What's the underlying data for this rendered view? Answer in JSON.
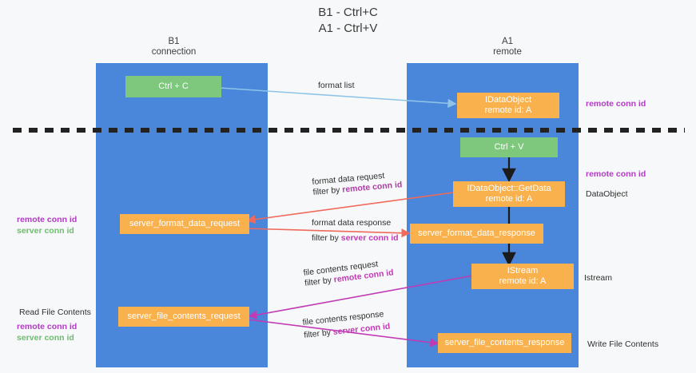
{
  "title": {
    "line1": "B1 - Ctrl+C",
    "line2": "A1 - Ctrl+V"
  },
  "lanes": [
    {
      "name": "b1",
      "title": "B1",
      "subtitle": "connection"
    },
    {
      "name": "a1",
      "title": "A1",
      "subtitle": "remote"
    }
  ],
  "nodes": {
    "ctrl_c": {
      "label": "Ctrl + C",
      "color": "#7ec87e"
    },
    "idataobject": {
      "line1": "IDataObject",
      "line2": "remote id: A",
      "color": "#f9b14d"
    },
    "ctrl_v": {
      "label": "Ctrl + V",
      "color": "#7ec87e"
    },
    "getdata": {
      "line1": "IDataObject::GetData",
      "line2": "remote id: A",
      "color": "#f9b14d"
    },
    "fmt_req": {
      "label": "server_format_data_request",
      "color": "#f9b14d"
    },
    "fmt_resp": {
      "label": "server_format_data_response",
      "color": "#f9b14d"
    },
    "istream": {
      "line1": "IStream",
      "line2": "remote id: A",
      "color": "#f9b14d"
    },
    "file_req": {
      "label": "server_file_contents_request",
      "color": "#f9b14d"
    },
    "file_resp": {
      "label": "server_file_contents_response",
      "color": "#f9b14d"
    }
  },
  "edge_labels": {
    "format_list": {
      "text": "format list"
    },
    "fmt_data_request": {
      "line1": "format data request",
      "prefix": "filter by ",
      "emph": "remote conn id"
    },
    "fmt_data_response": {
      "line1": "format data response",
      "prefix": "filter by ",
      "emph": "server conn id"
    },
    "file_contents_request": {
      "line1": "file contents request",
      "prefix": "filter by ",
      "emph": "remote conn id"
    },
    "file_contents_response": {
      "line1": "file contents response",
      "prefix": "filter by ",
      "emph": "server conn id"
    }
  },
  "annotations": {
    "right_remote_conn_top": "remote conn id",
    "right_remote_conn_mid": "remote conn id",
    "right_dataobject": "DataObject",
    "right_istream": "Istream",
    "right_write_file": "Write File Contents",
    "left_remote_conn": "remote conn id",
    "left_server_conn": "server conn id",
    "left_read_file": "Read File Contents",
    "left_remote_conn2": "remote conn id",
    "left_server_conn2": "server conn id"
  },
  "colors": {
    "lane": "#4a86d9",
    "green_box": "#7ec87e",
    "orange_box": "#f9b14d",
    "purple": "#b23ac4",
    "green_text": "#6fbb6f",
    "magenta_arrow": "#c13bb5",
    "red_arrow": "#ef6a5c",
    "blue_arrow": "#8fc4e8",
    "divider": "#222222"
  }
}
